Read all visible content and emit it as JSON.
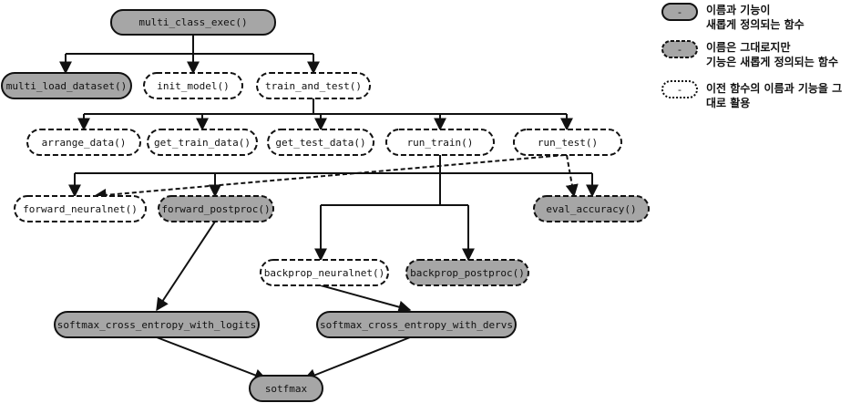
{
  "nodes": {
    "multi_class_exec": "multi_class_exec()",
    "multi_load_dataset": "multi_load_dataset()",
    "init_model": "init_model()",
    "train_and_test": "train_and_test()",
    "arrange_data": "arrange_data()",
    "get_train_data": "get_train_data()",
    "get_test_data": "get_test_data()",
    "run_train": "run_train()",
    "run_test": "run_test()",
    "forward_neuralnet": "forward_neuralnet()",
    "forward_postproc": "forward_postproc()",
    "eval_accuracy": "eval_accuracy()",
    "backprop_neuralnet": "backprop_neuralnet()",
    "backprop_postproc": "backprop_postproc()",
    "softmax_logits": "softmax_cross_entropy_with_logits",
    "softmax_dervs": "softmax_cross_entropy_with_dervs",
    "sotfmax": "sotfmax"
  },
  "legend": [
    {
      "symbol": "-",
      "line1": "이름과 기능이",
      "line2": "새롭게 정의되는 함수"
    },
    {
      "symbol": "-",
      "line1": "이름은 그대로지만",
      "line2": "기능은 새롭게 정의되는 함수"
    },
    {
      "symbol": "-",
      "line1": "이전 함수의 이름과 기능을 그",
      "line2": "대로 활용"
    }
  ],
  "colors": {
    "new_fill": "#a6a6a6",
    "redefined_fill": "#a6a6a6",
    "reused_fill": "#ffffff",
    "stroke": "#111111"
  }
}
